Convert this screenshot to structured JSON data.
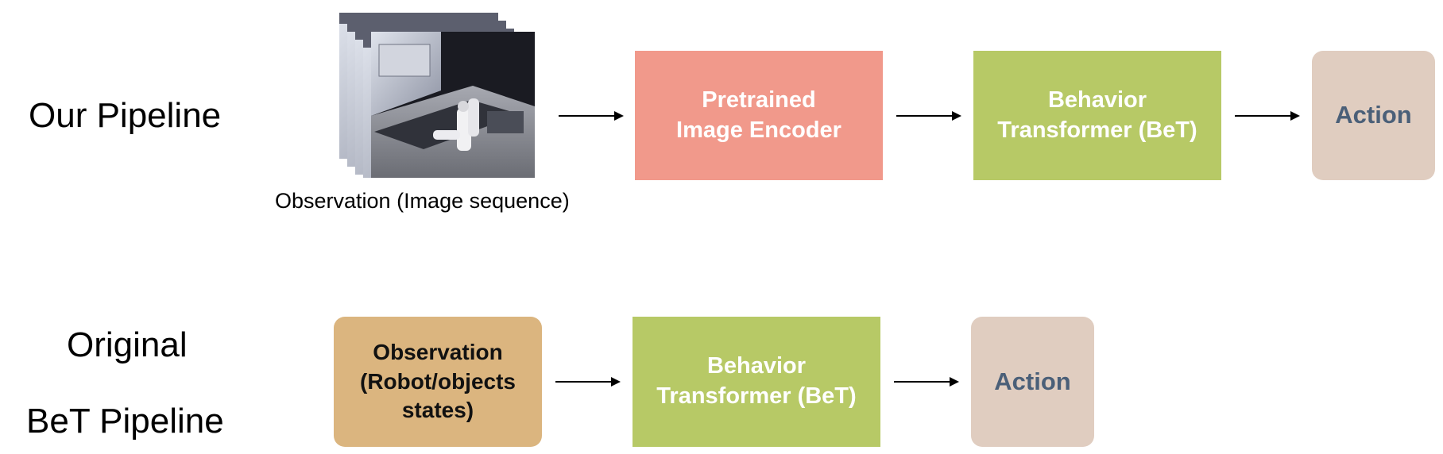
{
  "top_row": {
    "label": "Our Pipeline",
    "observation_caption": "Observation (Image sequence)",
    "encoder_box": [
      "Pretrained",
      "Image Encoder"
    ],
    "transformer_box": [
      "Behavior",
      "Transformer (BeT)"
    ],
    "action_box": "Action"
  },
  "bottom_row": {
    "label_line1": "Original",
    "label_line2": "BeT Pipeline",
    "observation_box": [
      "Observation",
      "(Robot/objects",
      "states)"
    ],
    "transformer_box": [
      "Behavior",
      "Transformer (BeT)"
    ],
    "action_box": "Action"
  },
  "colors": {
    "encoder_fill": "#f1998b",
    "transformer_fill": "#b7c966",
    "action_fill": "#e0cdc0",
    "action_text": "#4a5f78",
    "observation_fill": "#dbb57f",
    "observation_text": "#111111",
    "white_text": "#ffffff"
  }
}
